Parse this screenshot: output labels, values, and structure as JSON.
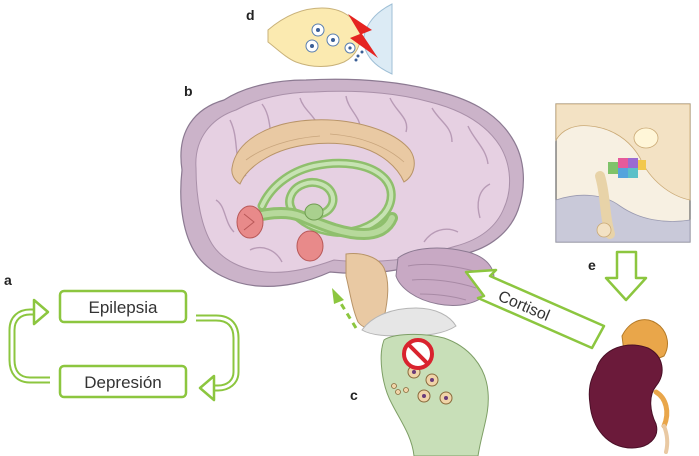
{
  "panels": {
    "a": "a",
    "b": "b",
    "c": "c",
    "d": "d",
    "e": "e"
  },
  "cycle": {
    "top_label": "Epilepsia",
    "bottom_label": "Depresión"
  },
  "hormone": {
    "label": "Cortisol"
  },
  "colors": {
    "cycle_green": "#8cc63f",
    "brain_pink": "#e8cfe0",
    "limbic_green": "#a9d08e",
    "corpus_callosum": "#e9c9a3",
    "amygdala_red": "#e88a8a",
    "neuron_green": "#c8dfb8",
    "synapse_yellow": "#fbeab0",
    "kidney_purple": "#6b1a3a",
    "adrenal_orange": "#e9a64a",
    "lightning_red": "#e52421",
    "block_red": "#d9232e"
  },
  "icons": {
    "seizure": "lightning-bolt-icon",
    "blocked": "no-entry-icon"
  }
}
